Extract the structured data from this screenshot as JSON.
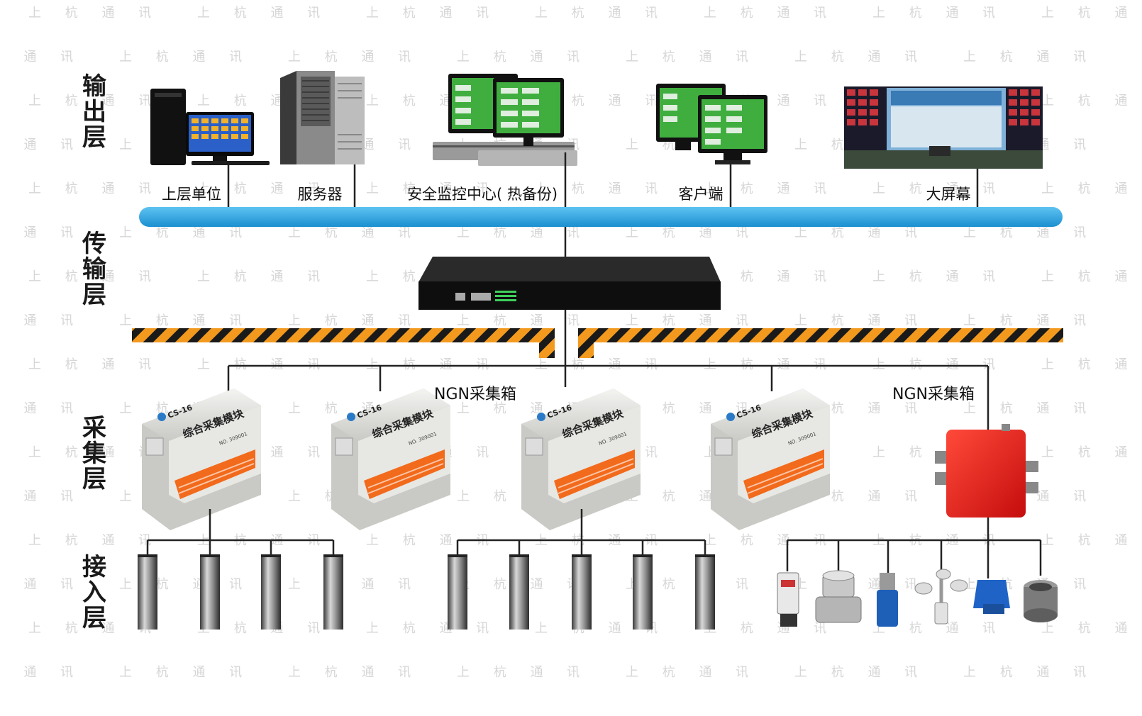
{
  "layers": {
    "output": "输出层",
    "transmission": "传输层",
    "collection": "采集层",
    "access": "接入层"
  },
  "output_devices": {
    "upper_unit": "上层单位",
    "server": "服务器",
    "monitor_center": "安全监控中心( 热备份)",
    "client": "客户端",
    "big_screen": "大屏幕"
  },
  "ngn_boxes": {
    "left": "NGN采集箱",
    "right": "NGN采集箱"
  },
  "module": {
    "model": "CS-16",
    "title": "综合采集模块",
    "serial": "NO. 309001"
  },
  "watermark": {
    "text": "上 杭 通 讯"
  },
  "colors": {
    "bus": "#2aa6e3",
    "hazard_orange": "#f39a1e",
    "hazard_black": "#1a1a1a",
    "screen_green": "#3fae3f",
    "red_box": "#e62020",
    "terminal_orange": "#f26a1b"
  }
}
